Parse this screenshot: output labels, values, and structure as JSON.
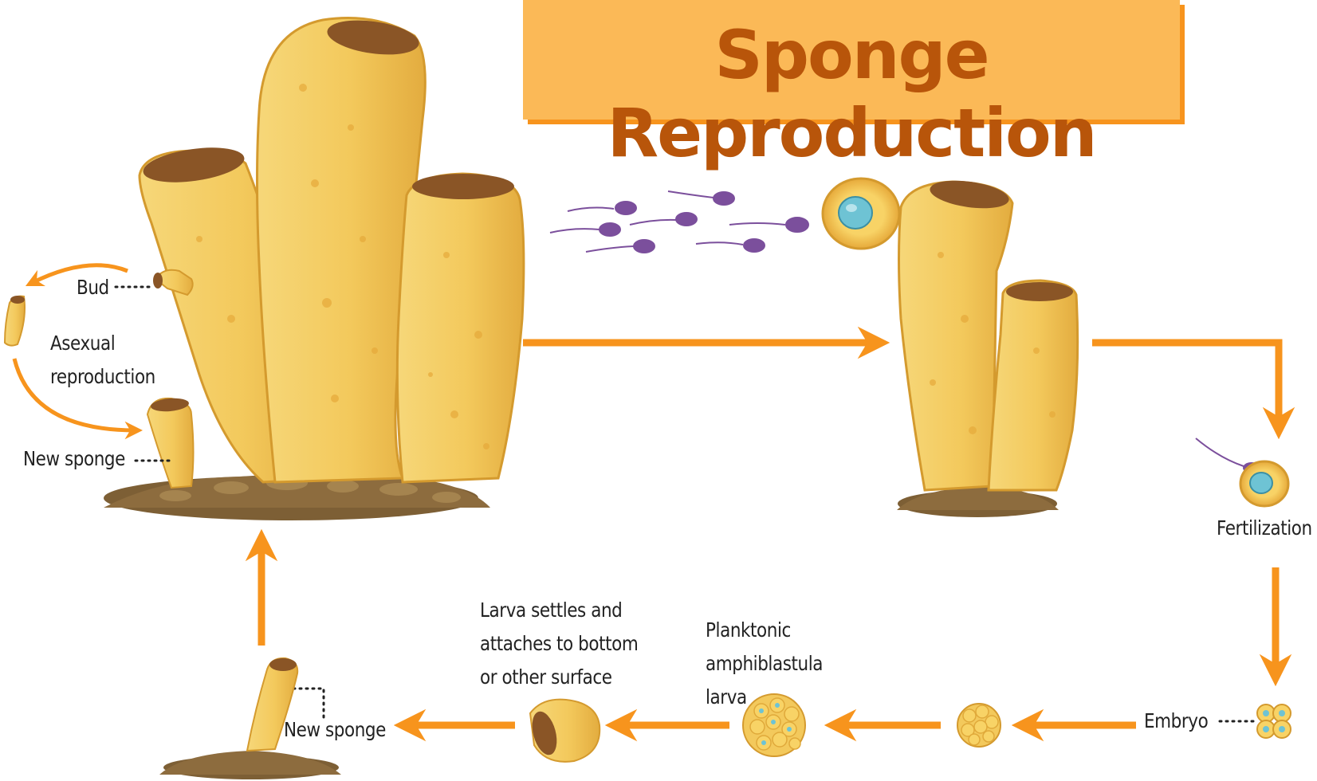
{
  "title": "Sponge Reproduction",
  "labels": {
    "bud": "Bud",
    "asexual": [
      "Asexual",
      "reproduction"
    ],
    "new_sponge_top": "New sponge",
    "fertilization": "Fertilization",
    "embryo": "Embryo",
    "planktonic": [
      "Planktonic",
      "amphiblastula",
      "larva"
    ],
    "larva_settles": [
      "Larva settles and",
      "attaches to bottom",
      "or other surface"
    ],
    "new_sponge_bottom": "New sponge"
  },
  "colors": {
    "arrow": "#f7941d",
    "title_bg": "#fbb957",
    "title_text": "#b8550a",
    "sponge_body": "#f3c95c",
    "sponge_outline": "#d49a2e",
    "ground": "#8a6a3b",
    "sperm": "#7b4f9c",
    "egg_nucleus": "#6ec3d4"
  }
}
